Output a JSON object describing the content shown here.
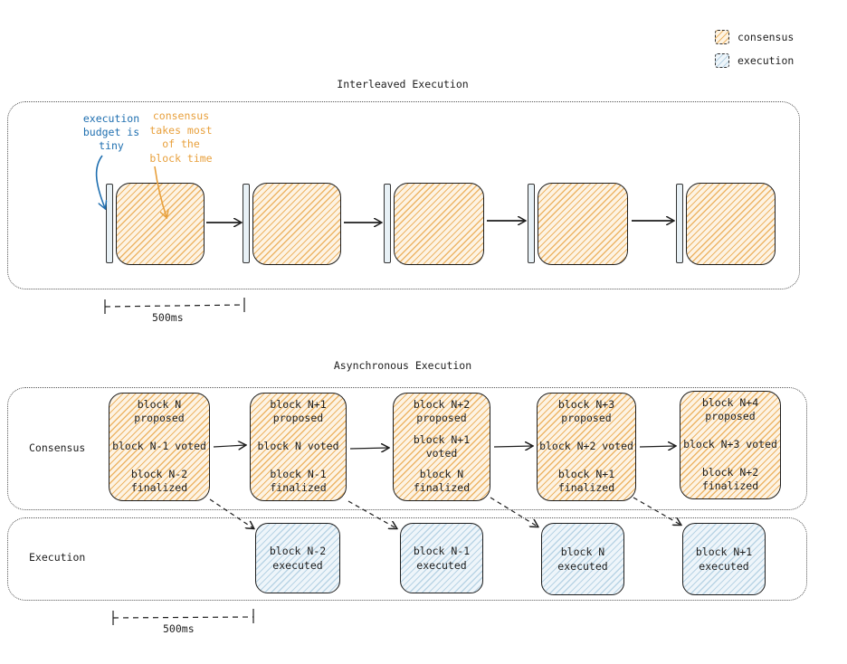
{
  "legend": {
    "consensus_label": "consensus",
    "execution_label": "execution",
    "consensus_color": "#e8a03c",
    "execution_color": "#9ec4dc"
  },
  "interleaved": {
    "title": "Interleaved Execution",
    "note_execution": [
      "execution",
      "budget is",
      "tiny"
    ],
    "note_consensus": [
      "consensus",
      "takes most",
      "of the",
      "block time"
    ],
    "note_execution_color": "#1f6fb0",
    "note_consensus_color": "#e8a03c",
    "duration_label": "500ms"
  },
  "async": {
    "title": "Asynchronous Execution",
    "row_consensus_label": "Consensus",
    "row_execution_label": "Execution",
    "consensus_blocks": [
      {
        "proposed": [
          "block N",
          "proposed"
        ],
        "voted": "block N-1 voted",
        "finalized": [
          "block N-2",
          "finalized"
        ]
      },
      {
        "proposed": [
          "block N+1",
          "proposed"
        ],
        "voted": "block N voted",
        "finalized": [
          "block N-1",
          "finalized"
        ]
      },
      {
        "proposed": [
          "block N+2",
          "proposed"
        ],
        "voted": "block N+1 voted",
        "finalized": [
          "block N",
          "finalized"
        ]
      },
      {
        "proposed": [
          "block N+3",
          "proposed"
        ],
        "voted": "block N+2 voted",
        "finalized": [
          "block N+1",
          "finalized"
        ]
      },
      {
        "proposed": [
          "block N+4",
          "proposed"
        ],
        "voted": "block N+3 voted",
        "finalized": [
          "block N+2",
          "finalized"
        ]
      }
    ],
    "execution_blocks": [
      [
        "block N-2",
        "executed"
      ],
      [
        "block N-1",
        "executed"
      ],
      [
        "block N",
        "executed"
      ],
      [
        "block N+1",
        "executed"
      ]
    ],
    "duration_label": "500ms"
  }
}
